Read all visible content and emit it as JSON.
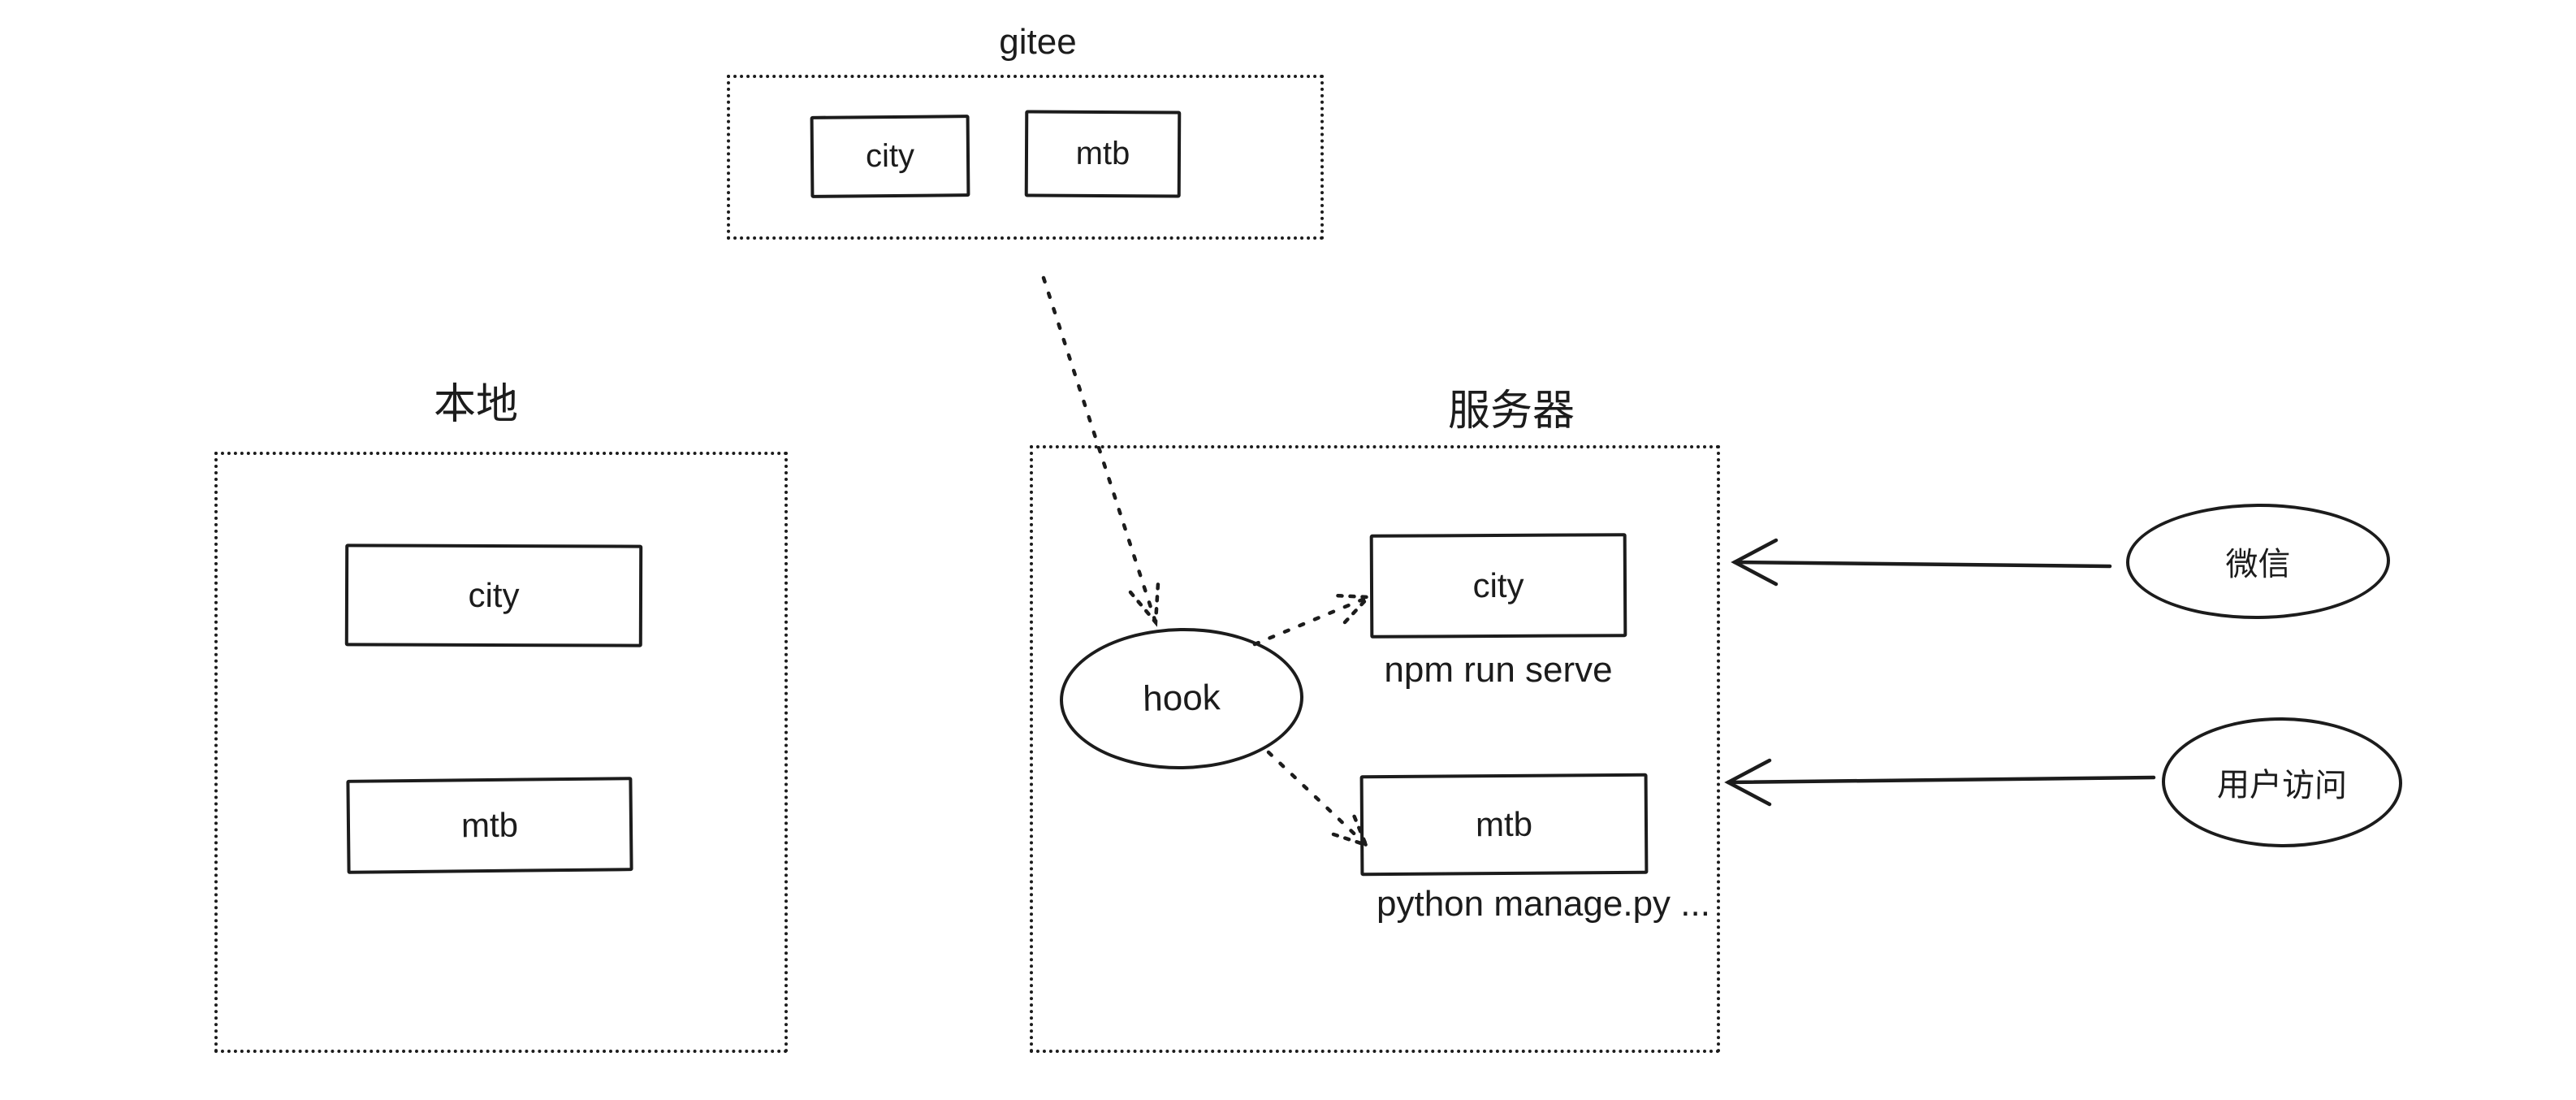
{
  "page": {
    "background": "#ffffff",
    "ink": "#1c1c1c"
  },
  "gitee": {
    "title": "gitee",
    "repos": [
      {
        "label": "city"
      },
      {
        "label": "mtb"
      }
    ]
  },
  "local": {
    "title": "本地",
    "repos": [
      {
        "label": "city"
      },
      {
        "label": "mtb"
      }
    ]
  },
  "server": {
    "title": "服务器",
    "hook_label": "hook",
    "services": [
      {
        "label": "city",
        "command": "npm run serve"
      },
      {
        "label": "mtb",
        "command": "python manage.py ..."
      }
    ]
  },
  "actors": [
    {
      "label": "微信"
    },
    {
      "label": "用户访问"
    }
  ]
}
